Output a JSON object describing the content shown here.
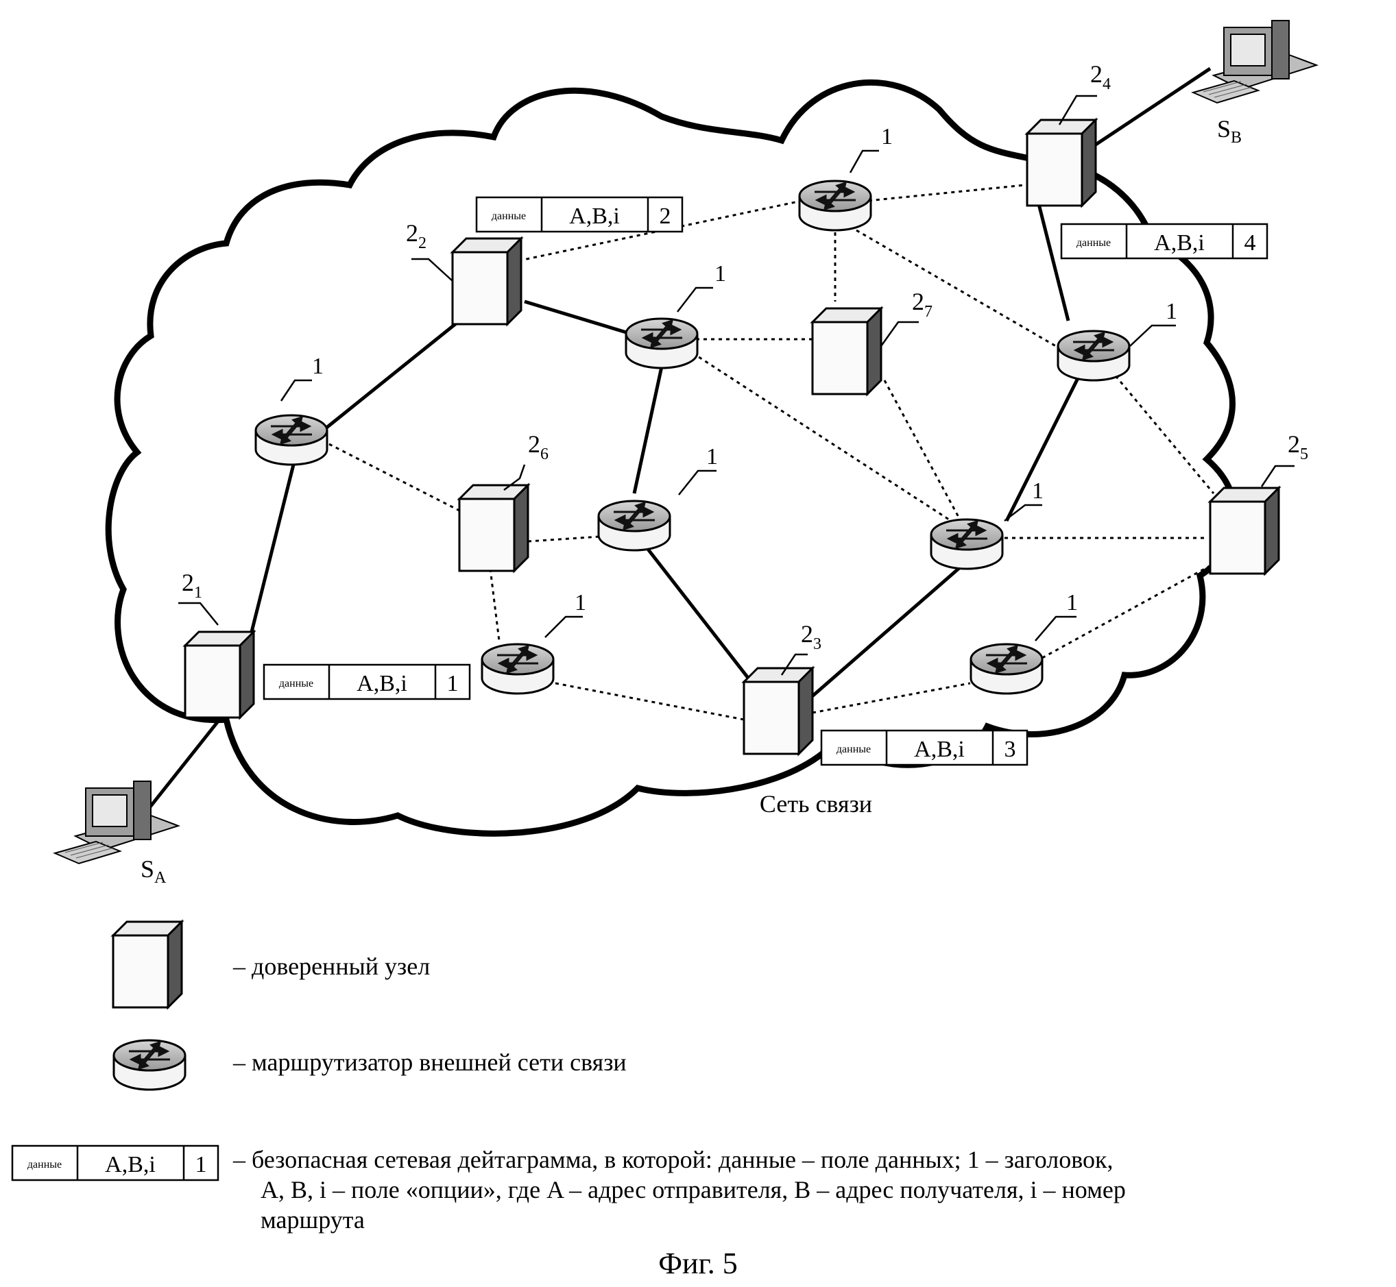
{
  "network": {
    "cloud_label": "Сеть связи",
    "router_label": "1",
    "trusted_prefix": "2",
    "trusted_nodes": [
      {
        "sub": "1"
      },
      {
        "sub": "2"
      },
      {
        "sub": "3"
      },
      {
        "sub": "4"
      },
      {
        "sub": "5"
      },
      {
        "sub": "6"
      },
      {
        "sub": "7"
      }
    ],
    "endpoints": [
      {
        "main": "S",
        "sub": "A"
      },
      {
        "main": "S",
        "sub": "B"
      }
    ],
    "datagrams": [
      {
        "data": "данные",
        "options": "A,B,i",
        "header": "1"
      },
      {
        "data": "данные",
        "options": "A,B,i",
        "header": "2"
      },
      {
        "data": "данные",
        "options": "A,B,i",
        "header": "3"
      },
      {
        "data": "данные",
        "options": "A,B,i",
        "header": "4"
      }
    ]
  },
  "legend": {
    "trusted_node": "– доверенный узел",
    "router": "– маршрутизатор внешней сети связи",
    "datagram_sample": {
      "data": "данные",
      "options": "A,B,i",
      "header": "1"
    },
    "datagram_line1": "– безопасная сетевая дейтаграмма, в которой: данные – поле данных; 1 – заголовок,",
    "datagram_line2": "A, B, i – поле «опции», где A – адрес отправителя, B – адрес получателя, i – номер",
    "datagram_line3": "маршрута"
  },
  "caption": "Фиг. 5"
}
